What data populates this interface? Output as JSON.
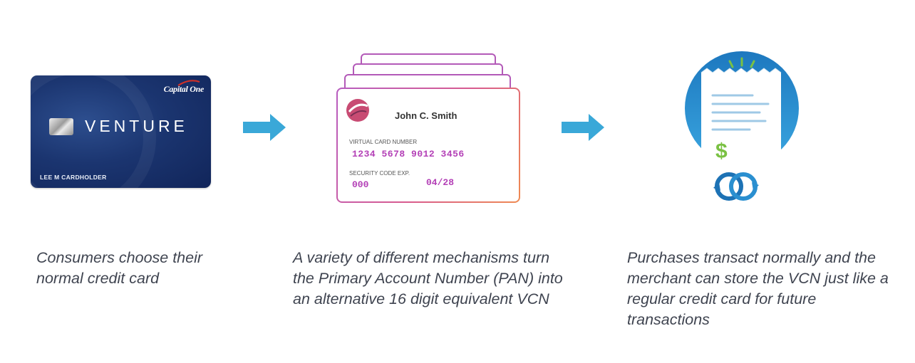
{
  "card": {
    "brand": "Capital One",
    "product": "VENTURE",
    "cardholder": "LEE M CARDHOLDER"
  },
  "virtual_card": {
    "name": "John C. Smith",
    "number_label": "VIRTUAL CARD NUMBER",
    "number": "1234  5678  9012  3456",
    "security_label": "SECURITY CODE EXP.",
    "security_code": "000",
    "expiry": "04/28"
  },
  "captions": {
    "step1": "Consumers choose their normal credit card",
    "step2": "A variety of different mechanisms turn the Primary Account Number (PAN) into an alternative 16 digit equivalent VCN",
    "step3": "Purchases transact normally and the merchant can store the VCN just like a regular credit card for future transactions"
  },
  "receipt": {
    "currency_symbol": "$"
  },
  "colors": {
    "arrow": "#3aa8d8",
    "card_navy": "#1b3570",
    "vcard_accent": "#b33fb6",
    "circle_blue": "#2a8fd0",
    "receipt_green": "#7ac143"
  }
}
